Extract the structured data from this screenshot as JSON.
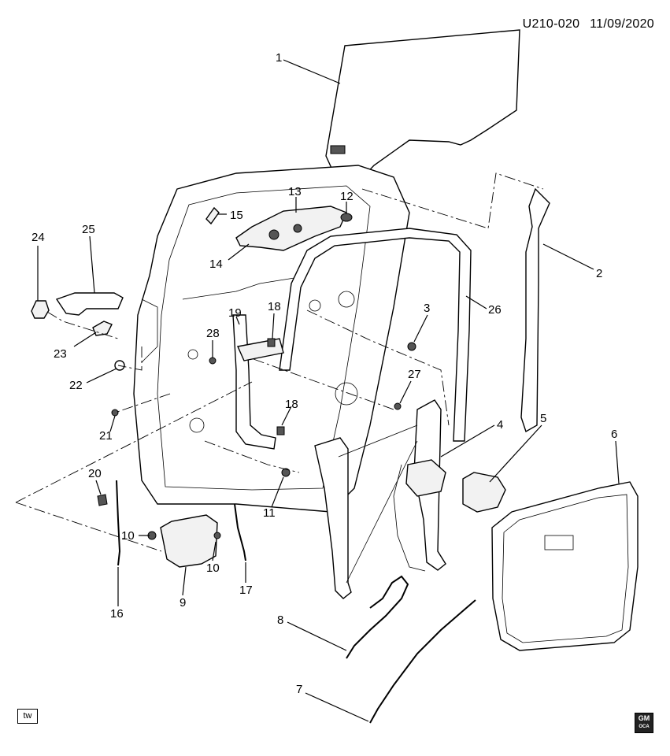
{
  "header": {
    "code": "U210-020",
    "date": "11/09/2020"
  },
  "callouts": [
    "1",
    "2",
    "3",
    "4",
    "5",
    "6",
    "7",
    "8",
    "9",
    "10",
    "10",
    "11",
    "12",
    "13",
    "14",
    "15",
    "16",
    "17",
    "18",
    "18",
    "19",
    "20",
    "21",
    "22",
    "23",
    "24",
    "25",
    "26",
    "27",
    "28"
  ],
  "footer": {
    "tw_badge": "tw",
    "gm_top": "GM",
    "gm_bottom": "OCA"
  }
}
